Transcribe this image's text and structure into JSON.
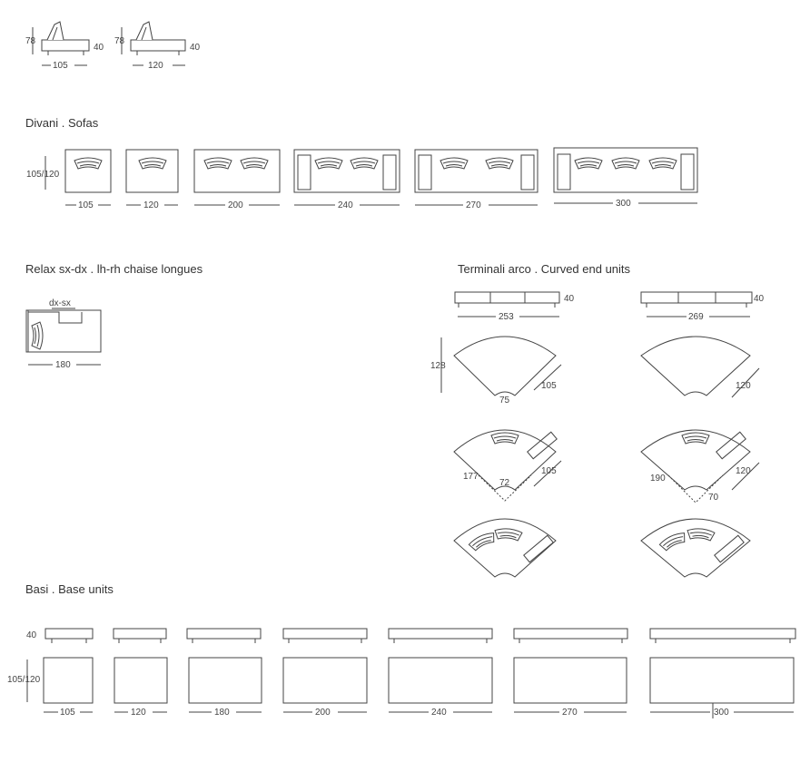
{
  "sections": {
    "sofas": "Divani . Sofas",
    "relax": "Relax sx-dx . lh-rh chaise longues",
    "curved": "Terminali arco . Curved end units",
    "bases": "Basi . Base units"
  },
  "side_profiles": [
    {
      "height": "78",
      "seat": "40",
      "width": "105"
    },
    {
      "height": "78",
      "seat": "40",
      "width": "120"
    }
  ],
  "sofas": {
    "depth_label": "105/120",
    "widths": [
      "105",
      "120",
      "200",
      "240",
      "270",
      "300"
    ]
  },
  "relax": {
    "variant_label": "dx-sx",
    "width": "180"
  },
  "curved": {
    "bar_height": "40",
    "units": [
      {
        "length": "253",
        "depth": "128",
        "inner": "75",
        "side": "105",
        "outer_left": "177",
        "inner_small": "72",
        "side2": "105"
      },
      {
        "length": "269",
        "side": "120",
        "outer_left": "190",
        "inner_small": "70",
        "side2": "120"
      }
    ]
  },
  "bases": {
    "height_label": "40",
    "depth_label": "105/120",
    "widths": [
      "105",
      "120",
      "180",
      "200",
      "240",
      "270",
      "300"
    ]
  }
}
